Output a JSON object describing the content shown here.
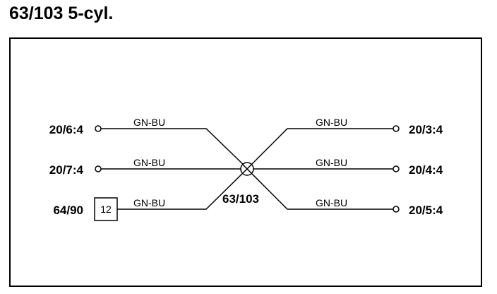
{
  "title": "63/103 5-cyl.",
  "splice": {
    "label": "63/103"
  },
  "left_connectors": [
    {
      "label": "20/6:4",
      "wire": "GN-BU",
      "terminal": "circle"
    },
    {
      "label": "20/7:4",
      "wire": "GN-BU",
      "terminal": "circle"
    },
    {
      "label": "64/90",
      "wire": "GN-BU",
      "terminal": "box",
      "box_label": "12"
    }
  ],
  "right_connectors": [
    {
      "label": "20/3:4",
      "wire": "GN-BU",
      "terminal": "circle"
    },
    {
      "label": "20/4:4",
      "wire": "GN-BU",
      "terminal": "circle"
    },
    {
      "label": "20/5:4",
      "wire": "GN-BU",
      "terminal": "circle"
    }
  ],
  "colors": {
    "line": "#000000",
    "background": "#ffffff"
  }
}
